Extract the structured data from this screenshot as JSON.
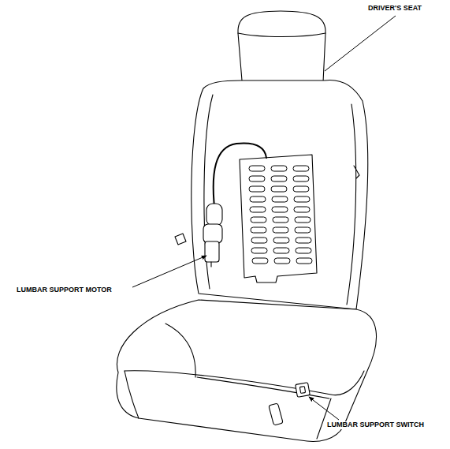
{
  "diagram": {
    "labels": [
      "DRIVER'S SEAT",
      "LUMBAR SUPPORT MOTOR",
      "LUMBAR SUPPORT SWITCH"
    ]
  }
}
